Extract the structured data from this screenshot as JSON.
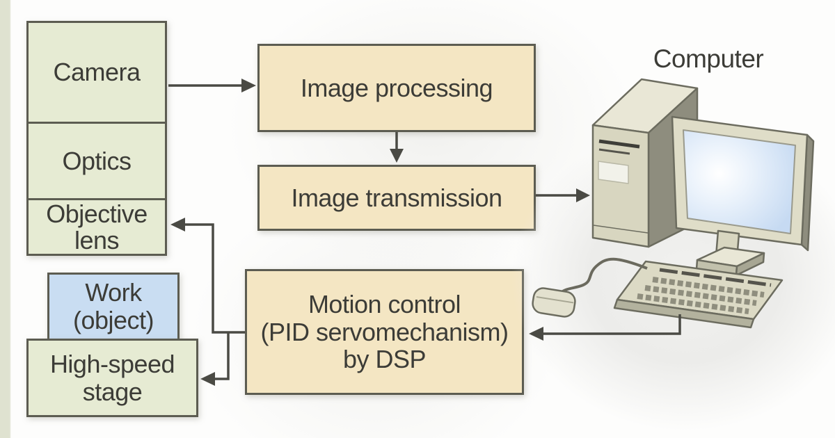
{
  "figure": {
    "type": "flow-diagram",
    "boxes": {
      "camera": {
        "label": "Camera",
        "fill": "#e6ebd3"
      },
      "optics": {
        "label": "Optics",
        "fill": "#e6ebd3"
      },
      "objective_lens": {
        "label": "Objective\nlens",
        "fill": "#e6ebd3"
      },
      "work_object": {
        "label": "Work\n(object)",
        "fill": "#c9ddf2"
      },
      "high_speed_stage": {
        "label": "High-speed\nstage",
        "fill": "#e6ebd3"
      },
      "image_processing": {
        "label": "Image processing",
        "fill": "#f4e6c3"
      },
      "image_transmission": {
        "label": "Image transmission",
        "fill": "#f4e6c3"
      },
      "motion_control": {
        "label": "Motion control\n(PID servomechanism)\nby DSP",
        "fill": "#f4e6c3"
      }
    },
    "computer": {
      "label": "Computer",
      "parts": [
        "tower",
        "monitor",
        "keyboard",
        "mouse"
      ]
    },
    "connections": [
      {
        "from": "camera",
        "to": "image_processing"
      },
      {
        "from": "image_processing",
        "to": "image_transmission"
      },
      {
        "from": "image_transmission",
        "to": "computer"
      },
      {
        "from": "computer",
        "to": "motion_control"
      },
      {
        "from": "motion_control",
        "to": "objective_lens"
      },
      {
        "from": "motion_control",
        "to": "high_speed_stage"
      }
    ],
    "colors": {
      "box_border": "#5c5c51",
      "arrow": "#4a4a44",
      "text": "#3c3c37",
      "green_fill": "#e6ebd3",
      "blue_fill": "#c9ddf2",
      "tan_fill": "#f4e6c3",
      "screen_blue": "#cfe0f3",
      "hardware_beige": "#dcdac5",
      "left_edge_strip": "#dfe2d0"
    }
  }
}
